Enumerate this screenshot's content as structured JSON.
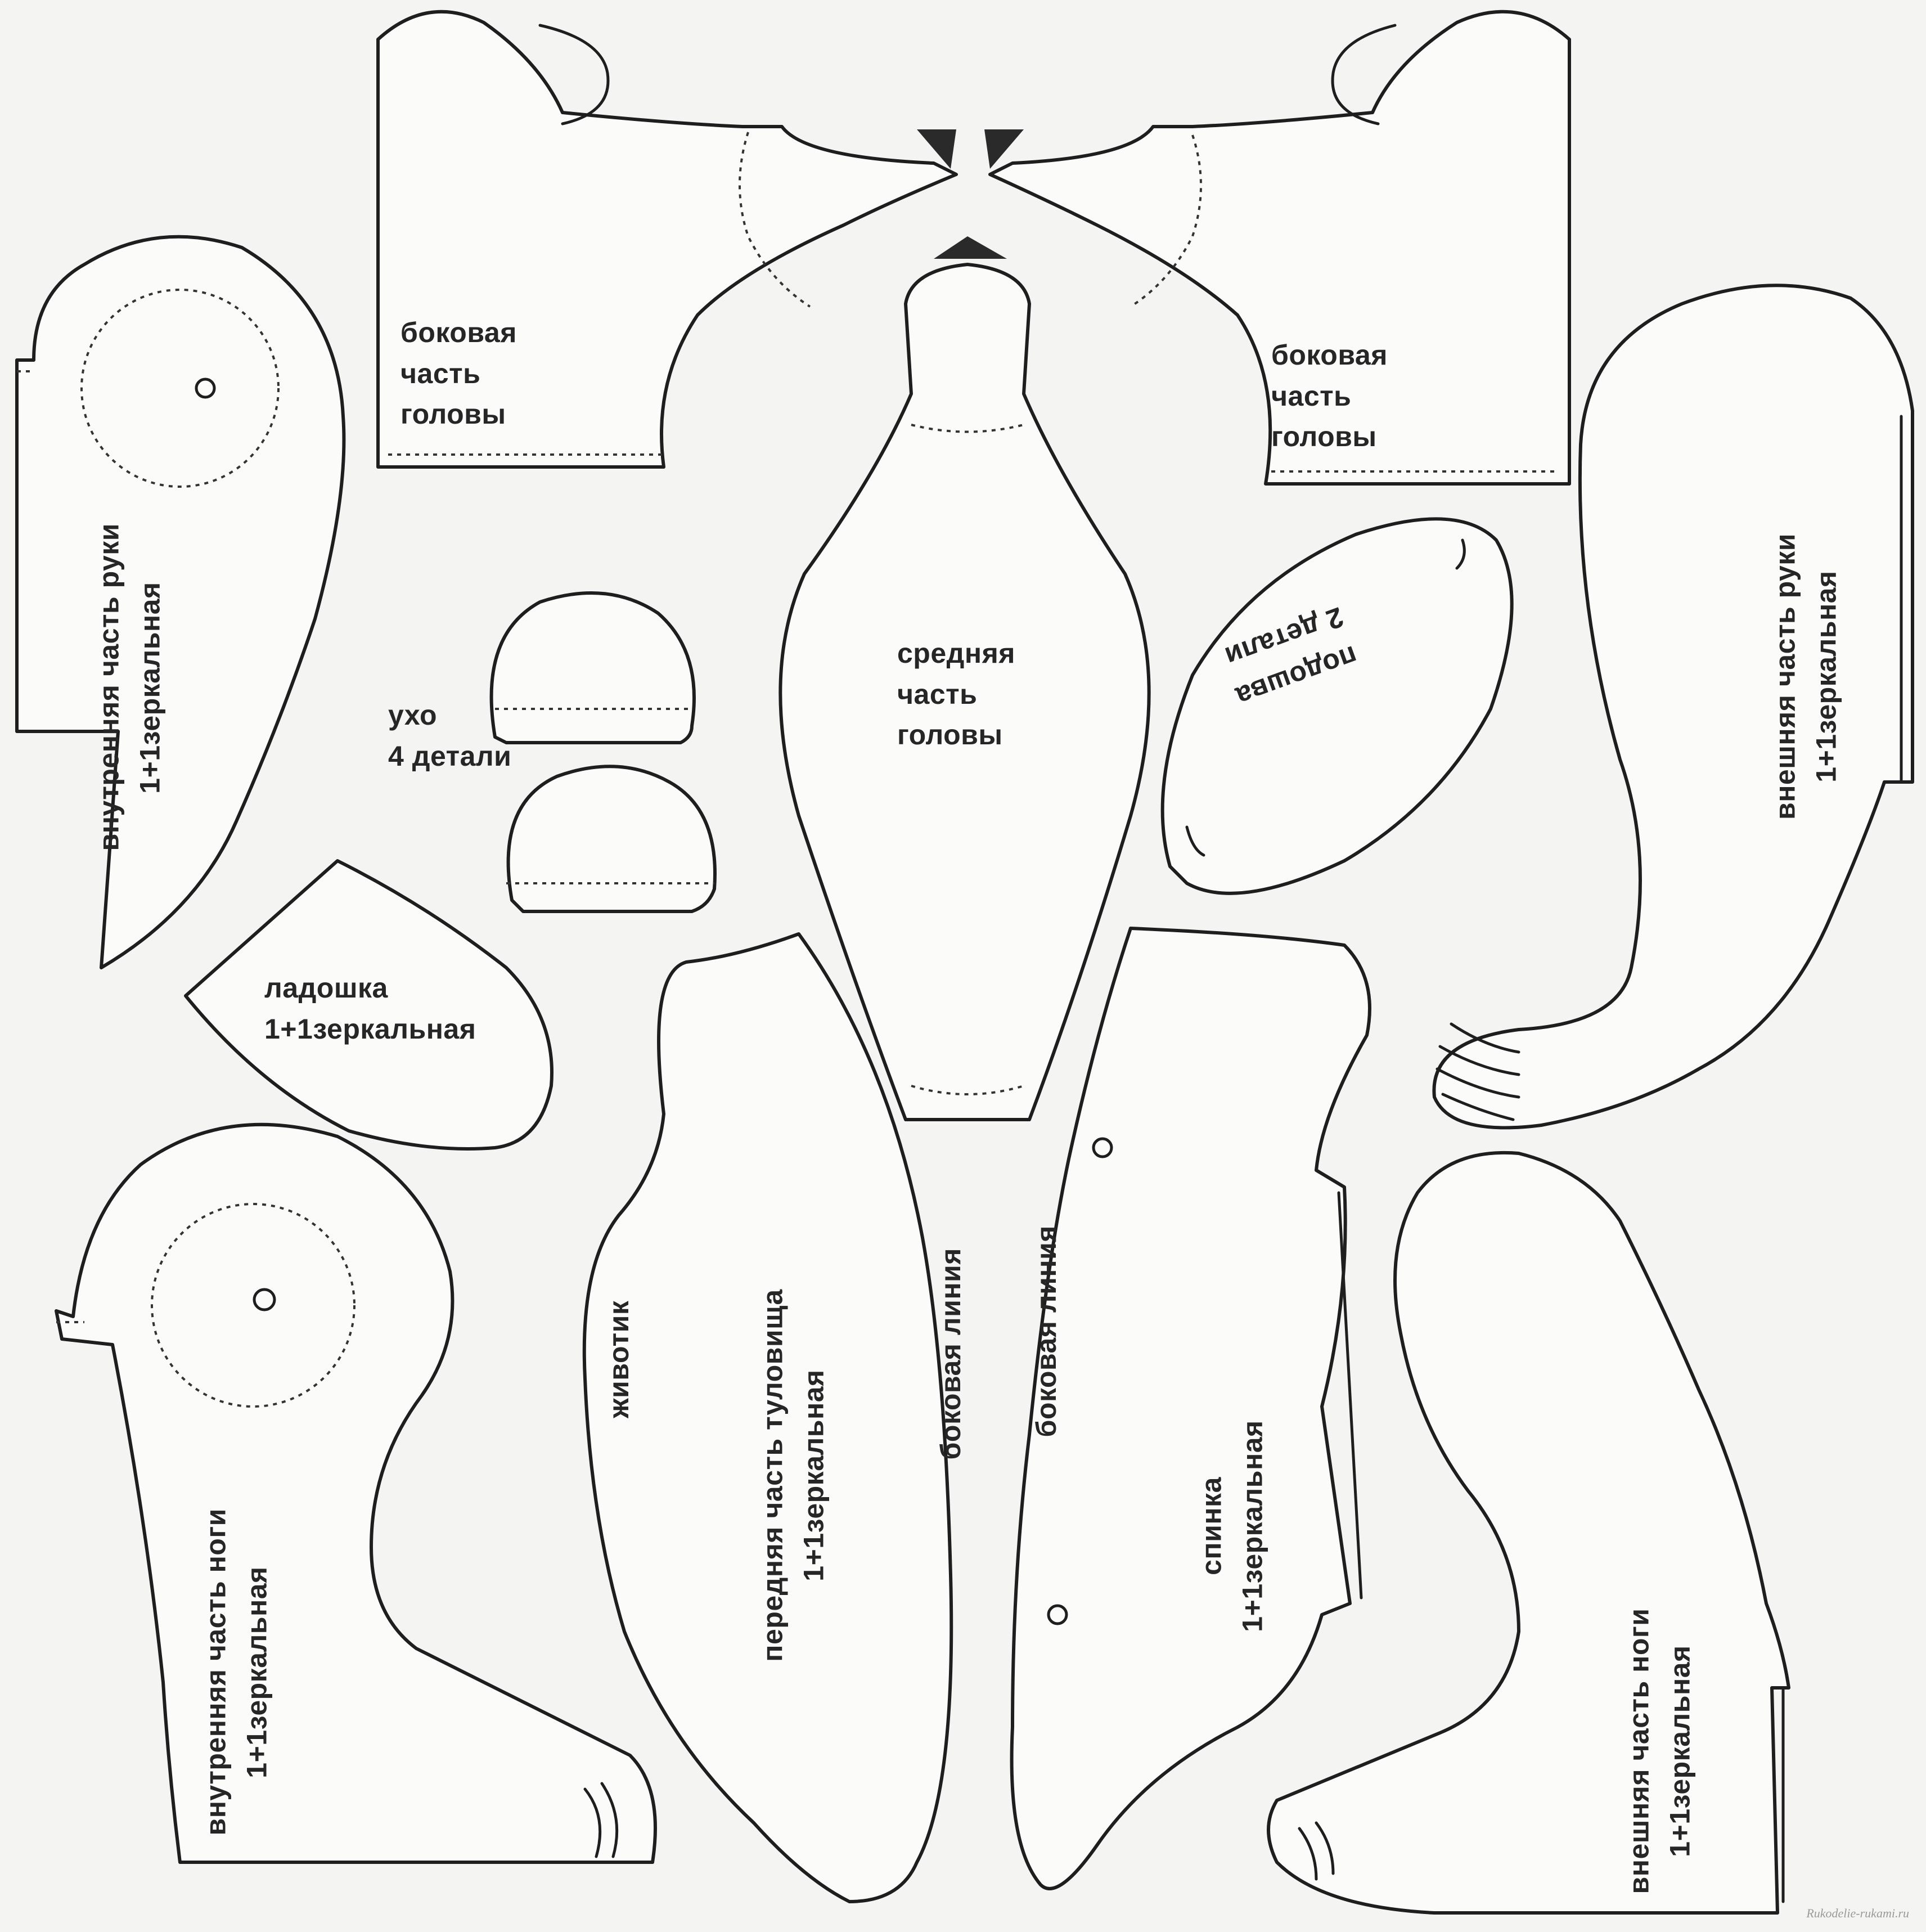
{
  "pieces": {
    "head_side_left": {
      "lines": [
        "боковая",
        "часть",
        "головы"
      ]
    },
    "head_side_right": {
      "lines": [
        "боковая",
        "часть",
        "головы"
      ]
    },
    "head_middle": {
      "lines": [
        "средняя",
        "часть",
        "головы"
      ]
    },
    "arm_inner": {
      "lines": [
        "внутренняя часть руки",
        "1+1зеркальная"
      ]
    },
    "arm_outer": {
      "lines": [
        "внешняя часть руки",
        "1+1зеркальная"
      ]
    },
    "ear": {
      "lines": [
        "ухо",
        "4 детали"
      ]
    },
    "sole": {
      "lines": [
        "подошва",
        "2 детали"
      ]
    },
    "palm": {
      "lines": [
        "ладошка",
        "1+1зеркальная"
      ]
    },
    "leg_inner": {
      "lines": [
        "внутренняя часть ноги",
        "1+1зеркальная"
      ]
    },
    "body_front": {
      "lines": [
        "животик",
        "передняя часть туловища",
        "1+1зеркальная",
        "боковая линия"
      ]
    },
    "body_back": {
      "lines": [
        "боковая линия",
        "спинка",
        "1+1зеркальная"
      ]
    },
    "leg_outer": {
      "lines": [
        "внешняя часть ноги",
        "1+1зеркальная"
      ]
    }
  },
  "watermark": "Rukodelie-rukami.ru",
  "colors": {
    "paper": "#f4f4f2",
    "line": "#1e1e1e",
    "dart": "#2a2a2a"
  }
}
